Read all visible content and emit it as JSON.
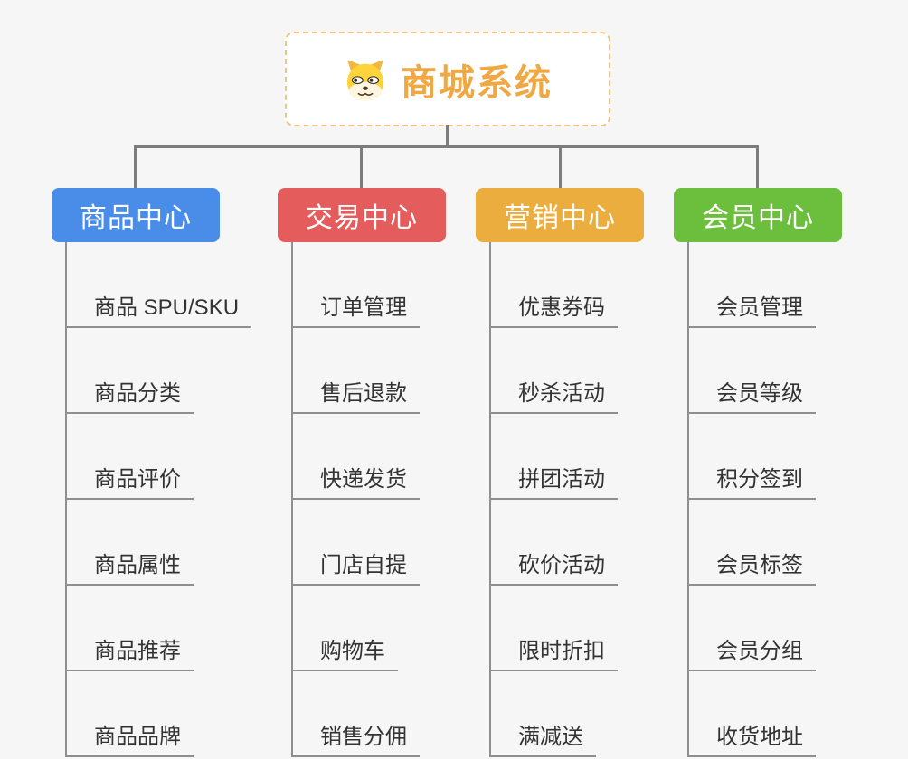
{
  "page": {
    "background": "#f6f6f6",
    "connector_color": "#7c7c7c",
    "underline_color": "#8f8f8f"
  },
  "root": {
    "title": "商城系统",
    "icon": "dog-face-icon",
    "text_color": "#f0a843",
    "border_color": "#f2c380",
    "background": "#ffffff"
  },
  "branches": [
    {
      "label": "商品中心",
      "color": "#4a8de9",
      "children": [
        "商品 SPU/SKU",
        "商品分类",
        "商品评价",
        "商品属性",
        "商品推荐",
        "商品品牌"
      ]
    },
    {
      "label": "交易中心",
      "color": "#e55c5c",
      "children": [
        "订单管理",
        "售后退款",
        "快递发货",
        "门店自提",
        "购物车",
        "销售分佣"
      ]
    },
    {
      "label": "营销中心",
      "color": "#ebad3e",
      "children": [
        "优惠券码",
        "秒杀活动",
        "拼团活动",
        "砍价活动",
        "限时折扣",
        "满减送"
      ]
    },
    {
      "label": "会员中心",
      "color": "#6cbf3d",
      "children": [
        "会员管理",
        "会员等级",
        "积分签到",
        "会员标签",
        "会员分组",
        "收货地址"
      ]
    }
  ]
}
